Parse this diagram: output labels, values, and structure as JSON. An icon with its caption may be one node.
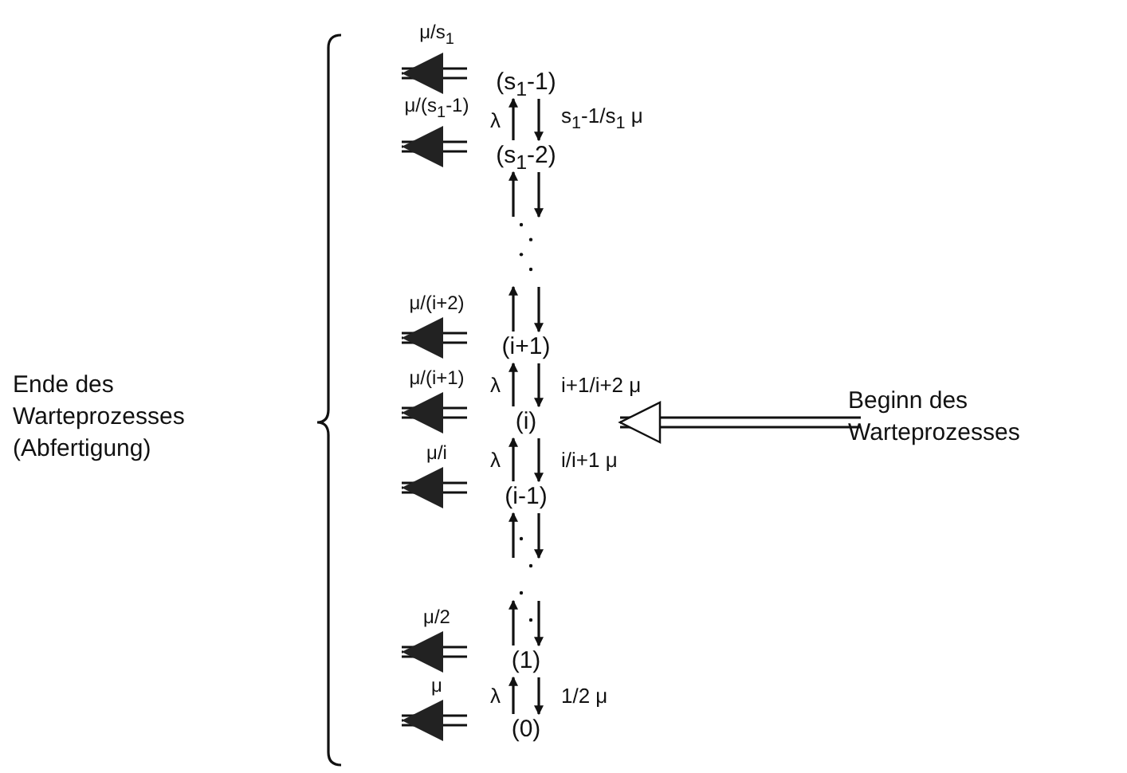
{
  "diagram": {
    "nodes": [
      {
        "text": [
          "Ende des Warteprozesses (Abfertigung)"
        ]
      },
      {
        "text": [
          "(s$_{1}$-1)"
        ]
      },
      {
        "text": [
          "(s$_{1}$-2)"
        ]
      },
      {
        "text": [
          "(i+1)"
        ]
      },
      {
        "text": [
          "(i)"
        ]
      },
      {
        "text": [
          "(i-1)"
        ]
      },
      {
        "text": [
          "(1)"
        ]
      },
      {
        "text": [
          "(0)"
        ]
      },
      {
        "text": [
          "Beginn des Warteprozesses"
        ]
      }
    ],
    "edges": [
      {
        "from": 2,
        "to": 1,
        "arrow": "to",
        "label": "λ"
      },
      {
        "from": 1,
        "to": 2,
        "arrow": "to",
        "label": "s$_{1}$-1/s$_{1}$ μ"
      },
      {
        "from": 2,
        "to": null,
        "arrow": "to"
      },
      {
        "from": null,
        "to": 2,
        "arrow": "to"
      },
      {
        "from": 3,
        "to": null,
        "arrow": "to"
      },
      {
        "from": null,
        "to": 3,
        "arrow": "to"
      },
      {
        "from": 4,
        "to": 3,
        "arrow": "to",
        "label": "λ"
      },
      {
        "from": 3,
        "to": 4,
        "arrow": "to",
        "label": "i+1/i+2 μ"
      },
      {
        "from": 5,
        "to": 4,
        "arrow": "to",
        "label": "λ"
      },
      {
        "from": 4,
        "to": 5,
        "arrow": "to",
        "label": "i/i+1 μ"
      },
      {
        "from": 5,
        "to": null,
        "arrow": "to"
      },
      {
        "from": null,
        "to": 5,
        "arrow": "to"
      },
      {
        "from": 6,
        "to": null,
        "arrow": "to"
      },
      {
        "from": null,
        "to": 6,
        "arrow": "to"
      },
      {
        "from": 7,
        "to": 6,
        "arrow": "to",
        "label": "λ"
      },
      {
        "from": 6,
        "to": 7,
        "arrow": "to",
        "label": "1/2 μ"
      },
      {
        "from": 1,
        "to": null,
        "arrow": "to",
        "label": "μ/s$_{1}$"
      },
      {
        "from": 2,
        "to": null,
        "arrow": "to",
        "label": "μ/(s$_{1}$-1)"
      },
      {
        "from": 3,
        "to": null,
        "arrow": "to",
        "label": "μ/(i+2)"
      },
      {
        "from": 4,
        "to": null,
        "arrow": "to",
        "label": "μ/(i+1)"
      },
      {
        "from": 5,
        "to": null,
        "arrow": "to",
        "label": "μ/i"
      },
      {
        "from": 6,
        "to": null,
        "arrow": "to",
        "label": "μ/2"
      },
      {
        "from": 7,
        "to": null,
        "arrow": "to",
        "label": "μ"
      },
      {
        "from": 8,
        "to": 4,
        "arrow": "to"
      }
    ]
  }
}
